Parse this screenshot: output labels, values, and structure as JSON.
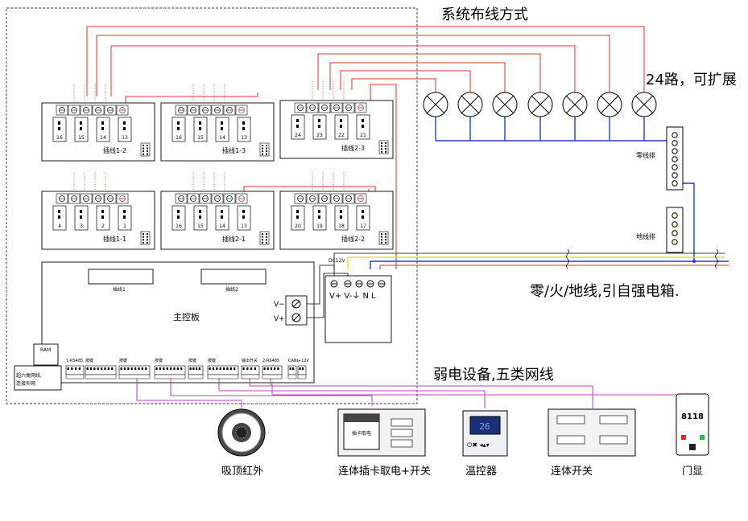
{
  "title": "系统布线方式",
  "lamp_caption": "24路，可扩展",
  "power_caption": "零/火/地线,引自强电箱.",
  "weak_caption": "弱电设备,五类网线",
  "neutral_bar_label": "零线排",
  "ground_bar_label": "地线排",
  "power_supply": {
    "dc_label": "DC12V",
    "terminals": "V+ V-⏚ N L",
    "v_minus": "V−",
    "v_plus": "V+"
  },
  "main_board": {
    "title": "主控板",
    "slot_left": "插线1",
    "slot_right": "插线2",
    "ports": [
      "1-RS485",
      "按键",
      "按键",
      "按键",
      "按键",
      "按键",
      "输出开关",
      "2-RS485",
      "CANL",
      "+12V"
    ],
    "network_note": "超六类网线,\n连接外网",
    "ram_label": "RAM"
  },
  "relay_modules": [
    {
      "name": "插线1-2",
      "channels": [
        "16",
        "15",
        "14",
        "13"
      ]
    },
    {
      "name": "插线1-3",
      "channels": [
        "16",
        "15",
        "14",
        "13"
      ]
    },
    {
      "name": "插线2-3",
      "channels": [
        "24",
        "23",
        "22",
        "21"
      ]
    },
    {
      "name": "插线1-1",
      "channels": [
        "4",
        "3",
        "2",
        "1"
      ]
    },
    {
      "name": "插线2-1",
      "channels": [
        "16",
        "15",
        "14",
        "13"
      ]
    },
    {
      "name": "插线2-2",
      "channels": [
        "20",
        "19",
        "18",
        "17"
      ]
    }
  ],
  "devices": [
    {
      "name": "吸顶红外"
    },
    {
      "name": "连体插卡取电+开关",
      "card_text": "插卡取电"
    },
    {
      "name": "温控器",
      "display": "26"
    },
    {
      "name": "连体开关"
    },
    {
      "name": "门显",
      "display": "8118"
    }
  ],
  "colors": {
    "live": "#e0302a",
    "neutral": "#1f3fd0",
    "network": "#c040c0",
    "ground": "#e8d800"
  }
}
